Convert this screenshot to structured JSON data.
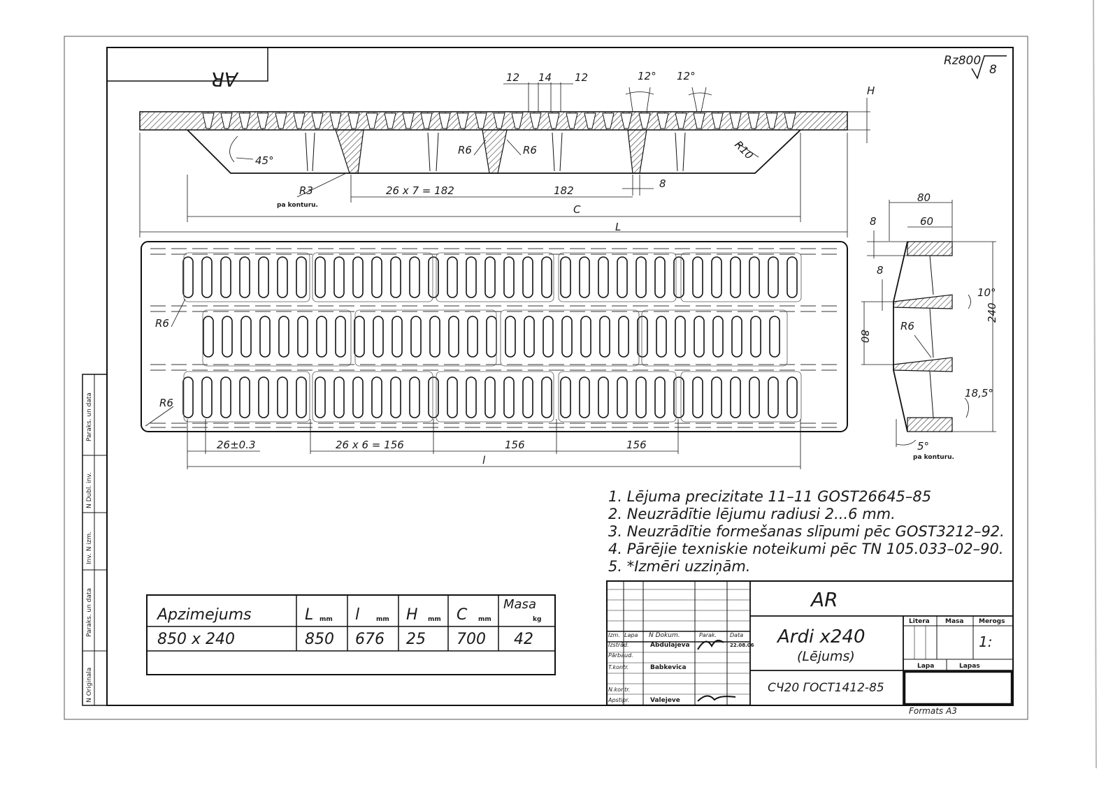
{
  "drawing": {
    "mirror_tag": "AR",
    "roughness": "Rz800",
    "roughness_sub": "8",
    "format": "Formats A3"
  },
  "top_view_dims": {
    "d12a": "12",
    "d14": "14",
    "d12b": "12",
    "ang12a": "12°",
    "ang12b": "12°",
    "H": "H",
    "ang45": "45°",
    "r6a": "R6",
    "r6b": "R6",
    "r10": "R10",
    "r3": "R3",
    "r3_note": "pa konturu.",
    "span1": "26 x 7 = 182",
    "span2": "182",
    "d8": "8",
    "C": "C",
    "L": "L"
  },
  "plan_view_dims": {
    "r6_left_top": "R6",
    "r6_left_bot": "R6",
    "pitch": "26±0.3",
    "span1": "26 x 6 = 156",
    "span2": "156",
    "span3": "156",
    "l": "l"
  },
  "section_dims": {
    "w80": "80",
    "w60": "60",
    "d8a": "8",
    "d8b": "8",
    "ang10": "10°",
    "h80": "80",
    "h240": "240",
    "r6": "R6",
    "ang185": "18,5°",
    "ang5": "5°",
    "note": "pa konturu."
  },
  "notes": [
    "1. Lējuma precizitate 11–11 GOST26645–85",
    "2. Neuzrādītie lējumu radiusi 2...6 mm.",
    "3. Neuzrādītie formešanas slīpumi pēc GOST3212–92.",
    "4. Pārējie texniskie noteikumi pēc TN 105.033–02–90.",
    "5. *Izmēri uzziņām."
  ],
  "spec_table": {
    "headers": [
      "Apzimejums",
      "L",
      "l",
      "H",
      "C",
      "Masa"
    ],
    "units": [
      "",
      "mm",
      "mm",
      "mm",
      "mm",
      "kg"
    ],
    "row": [
      "850 x 240",
      "850",
      "676",
      "25",
      "700",
      "42"
    ]
  },
  "side_strip": [
    "Paraks. un data",
    "N Dubl. inv.",
    "Inv. N izm.",
    "Paraks. un data",
    "N Originala"
  ],
  "title_block": {
    "code": "AR",
    "name": "Ardi x240",
    "subtitle": "(Lējums)",
    "material": "СЧ20 ГОСТ1412-85",
    "scale": "1:",
    "hdr_litera": "Litera",
    "hdr_masa": "Masa",
    "hdr_merogs": "Merogs",
    "hdr_lapa": "Lapa",
    "hdr_lapas": "Lapas",
    "col_izm": "Izm.",
    "col_lapa": "Lapa",
    "col_ndok": "N Dokum.",
    "col_paraks": "Parak.",
    "col_data": "Data",
    "role1": "Izstrād.",
    "role2": "Pārbaud.",
    "role3": "T.kontr.",
    "role4": "N.kontr.",
    "role5": "Apstipr.",
    "name1": "Abdulajeva",
    "name3": "Babkevica",
    "name5": "Valejeve",
    "date1": "22.08.06"
  }
}
